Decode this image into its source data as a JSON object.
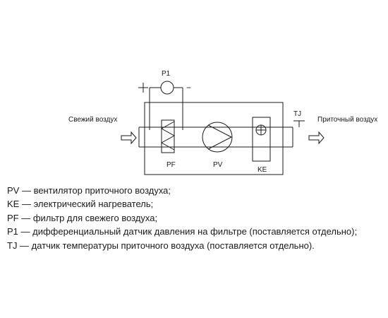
{
  "diagram": {
    "inlet_label": "Свежий воздух",
    "outlet_label": "Приточный воздух",
    "sensor_p1": "P1",
    "sensor_tj": "TJ",
    "plus_sign": "+",
    "minus_sign": "−",
    "filter_label": "PF",
    "fan_label": "PV",
    "heater_label": "KE"
  },
  "legend": [
    "PV — вентилятор приточного воздуха;",
    "KE — электрический нагреватель;",
    "PF — фильтр для свежего воздуха;",
    "P1 — дифференциальный датчик давления на фильтре (поставляется отдельно);",
    "TJ — датчик температуры приточного воздуха (поставляется отдельно)."
  ]
}
